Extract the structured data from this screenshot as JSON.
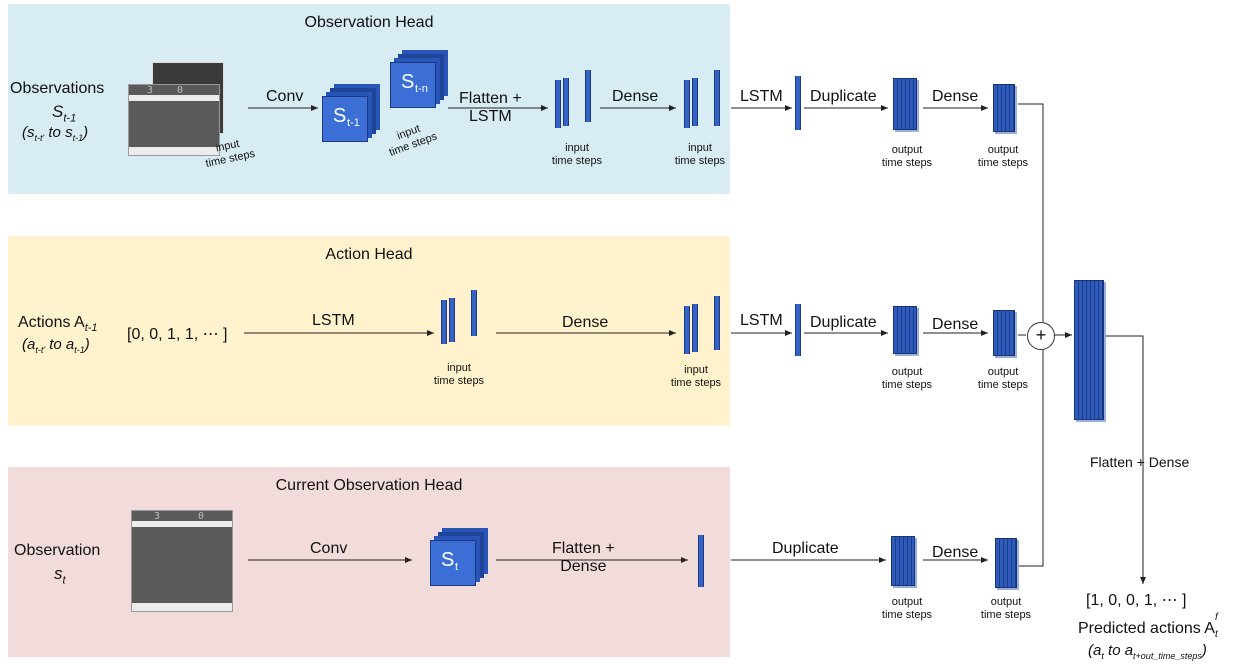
{
  "observation_head": {
    "title": "Observation Head",
    "input_label": "Observations",
    "input_symbol": "S",
    "input_symbol_sub": "t-1",
    "input_range": "(s_t-t' to s_t-1)",
    "range_prefix": "(s",
    "range_sub1": "t-t'",
    "range_mid": " to s",
    "range_sub2": "t-1",
    "range_end": ")",
    "frame_caption_1": "input",
    "frame_caption_2": "time steps",
    "conv": "Conv",
    "cube_front": "S",
    "cube_front_sub": "t-1",
    "cube_back": "S",
    "cube_back_sub": "t-n",
    "cube_caption_1": "input",
    "cube_caption_2": "time steps",
    "flatten_lstm_1": "Flatten +",
    "flatten_lstm_2": "LSTM",
    "bars1_caption_1": "input",
    "bars1_caption_2": "time steps",
    "dense": "Dense",
    "bars2_caption_1": "input",
    "bars2_caption_2": "time steps",
    "lstm": "LSTM",
    "duplicate": "Duplicate",
    "dense2": "Dense",
    "out1_caption_1": "output",
    "out1_caption_2": "time steps",
    "out2_caption_1": "output",
    "out2_caption_2": "time steps",
    "score_left": "3",
    "score_right": "0"
  },
  "action_head": {
    "title": "Action Head",
    "input_label": "Actions A",
    "input_sub": "t-1",
    "range_prefix": "(a",
    "range_sub1": "t-t'",
    "range_mid": " to a",
    "range_sub2": "t-1",
    "range_end": ")",
    "vector": "[0, 0, 1, 1, ⋯ ]",
    "lstm": "LSTM",
    "bars1_caption_1": "input",
    "bars1_caption_2": "time steps",
    "dense": "Dense",
    "bars2_caption_1": "input",
    "bars2_caption_2": "time steps",
    "lstm2": "LSTM",
    "duplicate": "Duplicate",
    "dense2": "Dense",
    "out1_caption_1": "output",
    "out1_caption_2": "time steps",
    "out2_caption_1": "output",
    "out2_caption_2": "time steps"
  },
  "current_head": {
    "title": "Current Observation Head",
    "input_label": "Observation",
    "input_symbol": "s",
    "input_sub": "t",
    "conv": "Conv",
    "cube": "S",
    "cube_sub": "t",
    "flatten_dense_1": "Flatten +",
    "flatten_dense_2": "Dense",
    "duplicate": "Duplicate",
    "dense": "Dense",
    "out1_caption_1": "output",
    "out1_caption_2": "time steps",
    "out2_caption_1": "output",
    "out2_caption_2": "time steps",
    "score_left": "3",
    "score_right": "0"
  },
  "merge": {
    "plus": "+",
    "flatten_dense": "Flatten + Dense",
    "output_vector": "[1, 0, 0, 1, ⋯ ]",
    "predicted_label": "Predicted actions A",
    "predicted_sub": "t",
    "predicted_sup": "f",
    "range_prefix": "(a",
    "range_sub1": "t",
    "range_mid": " to a",
    "range_sub2": "t+out_time_steps",
    "range_end": ")"
  },
  "colors": {
    "obs_panel": "#d8ecf3",
    "action_panel": "#fff2cc",
    "current_panel": "#f2dcdb",
    "layer_blue": "#2f5bbd"
  }
}
